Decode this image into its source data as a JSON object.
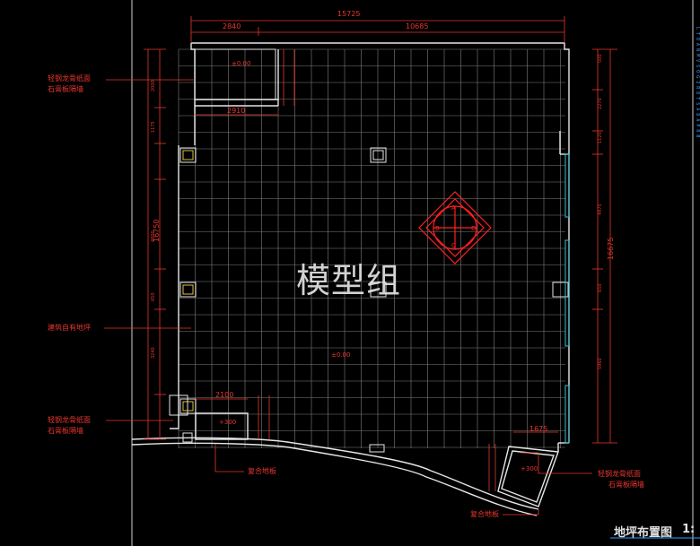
{
  "drawing": {
    "title": "地坪布置图",
    "scale_fragment": "1:",
    "watermark": "模型组"
  },
  "left_annotations": {
    "partition_top_line1": "轻钢龙骨纸面",
    "partition_top_line2": "石膏板隔墙",
    "existing_floor": "建筑自有地坪",
    "partition_bottom_line1": "轻钢龙骨纸面",
    "partition_bottom_line2": "石膏板隔墙"
  },
  "right_annotations": {
    "partition_line1": "轻钢龙骨纸面",
    "partition_line2": "石膏板隔墙"
  },
  "bottom_annotations": {
    "composite_floor_left": "复合地板",
    "composite_floor_right": "复合地板"
  },
  "room_labels": {
    "top_room_level": "±0.00",
    "main_hall_level": "±0.00",
    "bottom_left_room_level": "+300",
    "bottom_right_room_level": "+300"
  },
  "dimensions": {
    "top_overall": "15725",
    "top_left": "2840",
    "top_right": "10685",
    "left_overall": "16750",
    "top_room_width": "2910",
    "bottom_room_width": "2100",
    "right_overall": "16675",
    "right_bottom": "1675"
  },
  "colors": {
    "background": "#000000",
    "wall": "#e6e6e6",
    "grid": "#7f7f7f",
    "dimension": "#e8362e",
    "medallion": "#ff2020",
    "window": "#40c0d0"
  }
}
